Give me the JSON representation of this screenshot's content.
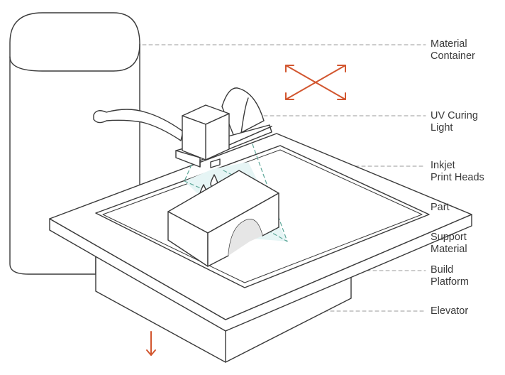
{
  "labels": {
    "material_container": [
      "Material",
      "Container"
    ],
    "uv_curing_light": [
      "UV Curing",
      "Light"
    ],
    "inkjet_print_heads": [
      "Inkjet",
      "Print Heads"
    ],
    "part": [
      "Part"
    ],
    "support_material": [
      "Support",
      "Material"
    ],
    "build_platform": [
      "Build",
      "Platform"
    ],
    "elevator": [
      "Elevator"
    ]
  },
  "colors": {
    "line": "#3a3a3a",
    "accent_arrow": "#d2562f",
    "support": "#5fa89a",
    "support_fill": "#e6f5f5",
    "leader": "#9a9a9a"
  }
}
